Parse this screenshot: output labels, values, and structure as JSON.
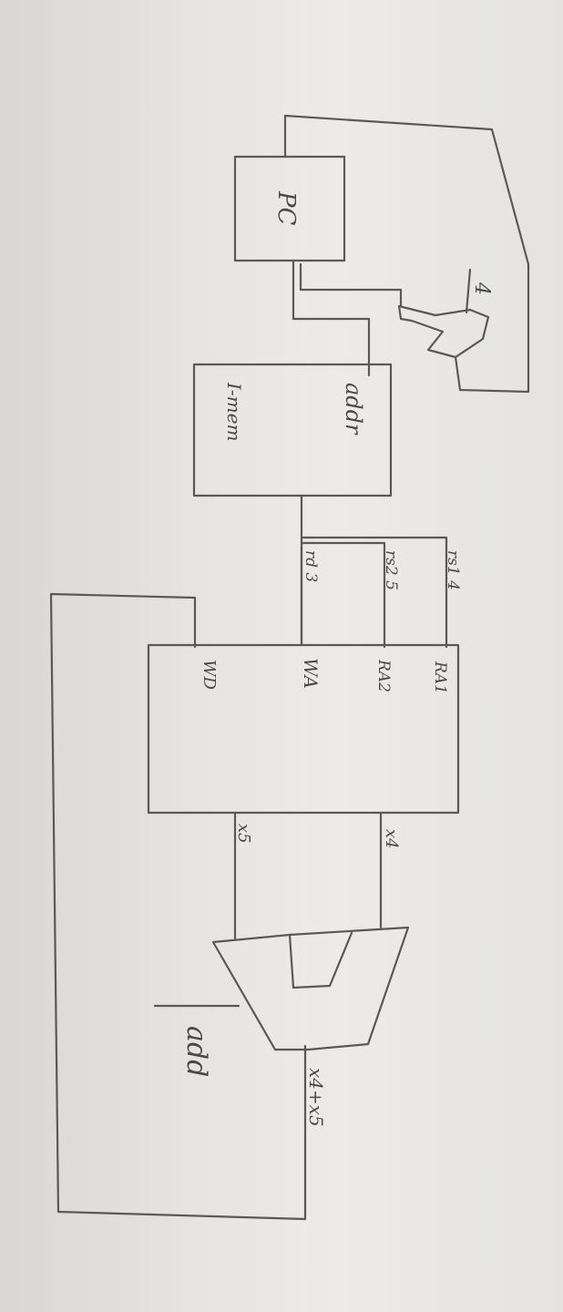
{
  "labels": {
    "pc": "PC",
    "four": "4",
    "addr": "addr",
    "imem": "I-mem",
    "rs1": "rs1 4",
    "rs2": "rs2 5",
    "rd": "rd 3",
    "ra1": "RA1",
    "ra2": "RA2",
    "wa": "WA",
    "wd": "WD",
    "x4": "x4",
    "x5": "x5",
    "add": "add",
    "sum": "x4+x5"
  },
  "colors": {
    "ink": "#5a5957",
    "paper": "#e7e6e4"
  }
}
